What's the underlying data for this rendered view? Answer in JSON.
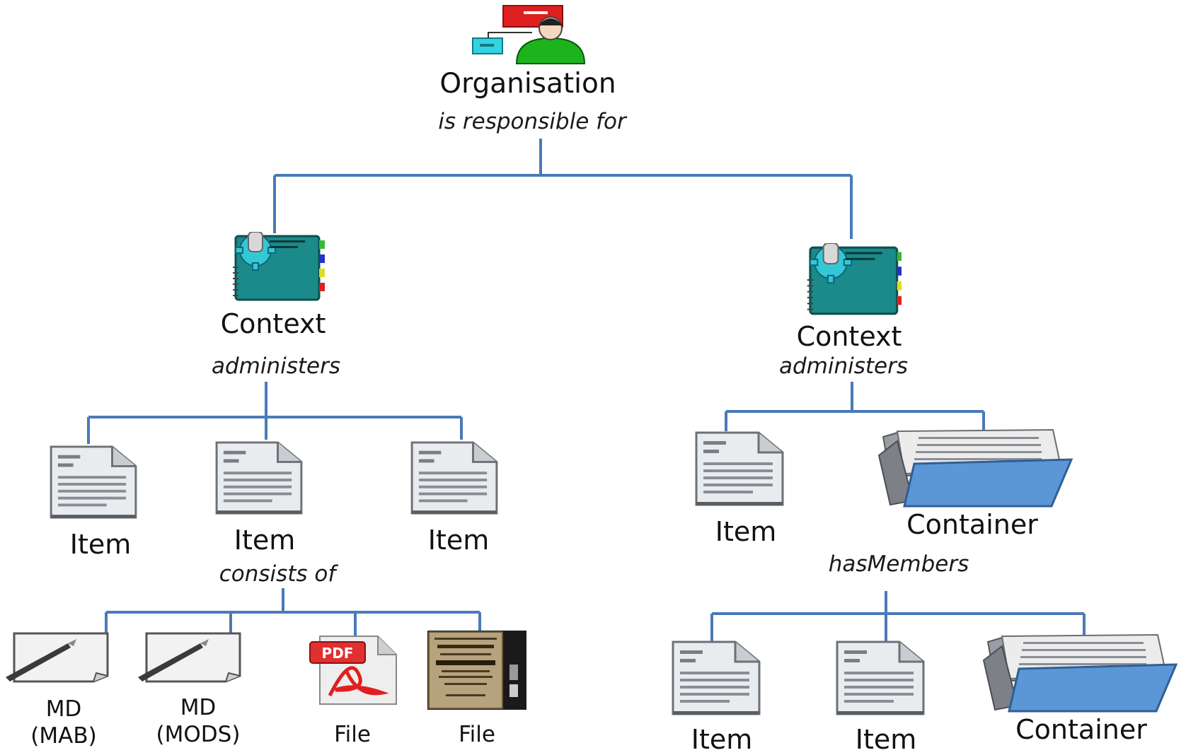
{
  "organisation": {
    "label": "Organisation",
    "relation": "is responsible for"
  },
  "contexts": [
    {
      "label": "Context",
      "relation": "administers",
      "children": [
        {
          "type": "item",
          "label": "Item"
        },
        {
          "type": "item",
          "label": "Item",
          "relation": "consists of",
          "children": [
            {
              "type": "metadata",
              "label_line1": "MD",
              "label_line2": "(MAB)"
            },
            {
              "type": "metadata",
              "label_line1": "MD",
              "label_line2": "(MODS)"
            },
            {
              "type": "pdf-file",
              "label": "File",
              "badge": "PDF"
            },
            {
              "type": "scan-file",
              "label": "File"
            }
          ]
        },
        {
          "type": "item",
          "label": "Item"
        }
      ]
    },
    {
      "label": "Context",
      "relation": "administers",
      "children": [
        {
          "type": "item",
          "label": "Item"
        },
        {
          "type": "container",
          "label": "Container",
          "relation": "hasMembers",
          "children": [
            {
              "type": "item",
              "label": "Item"
            },
            {
              "type": "item",
              "label": "Item"
            },
            {
              "type": "container",
              "label": "Container"
            }
          ]
        }
      ]
    }
  ],
  "colors": {
    "connector": "#4a7ab8",
    "context_icon": "#1a8a8a",
    "folder": "#5b97d6",
    "org_person": "#1db31d",
    "org_chart": "#e02020"
  },
  "icons": [
    "organisation-chart-icon",
    "context-gear-notebook-icon",
    "document-icon",
    "folder-icon",
    "metadata-pen-icon",
    "pdf-icon",
    "scanned-document-icon"
  ]
}
